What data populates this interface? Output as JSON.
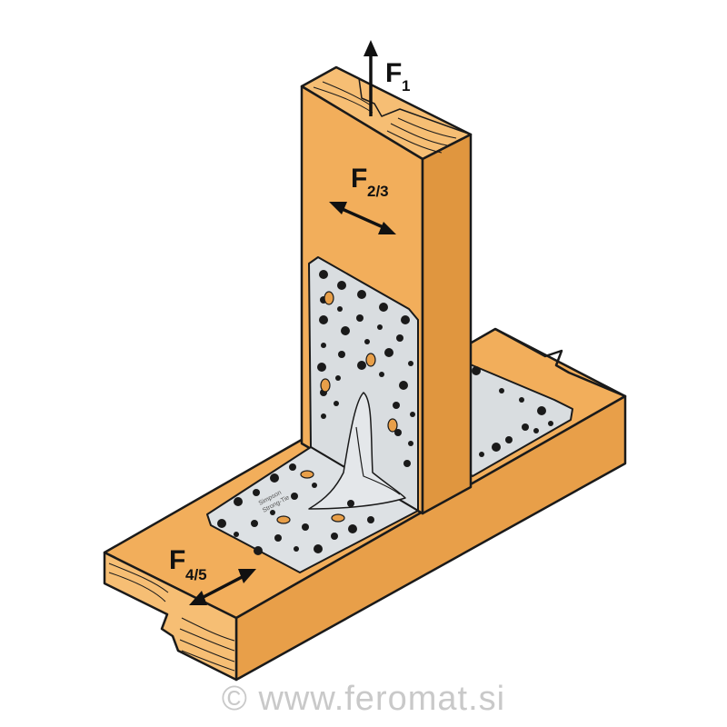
{
  "forces": {
    "f1": {
      "main": "F",
      "sub": "1"
    },
    "f23": {
      "main": "F",
      "sub": "2/3"
    },
    "f45": {
      "main": "F",
      "sub": "4/5"
    }
  },
  "plate": {
    "stamp_line1": "Simpson",
    "stamp_line2": "Strong-Tie"
  },
  "watermark": "© www.feromat.si",
  "colors": {
    "wood": "#f2ae5b",
    "wood_dark": "#e0963f",
    "wood_end": "#f6be74",
    "outline": "#1a1a1a",
    "steel": "#d9dde0",
    "steel_dark": "#b8bec3",
    "watermark": "#c9c9c9"
  }
}
